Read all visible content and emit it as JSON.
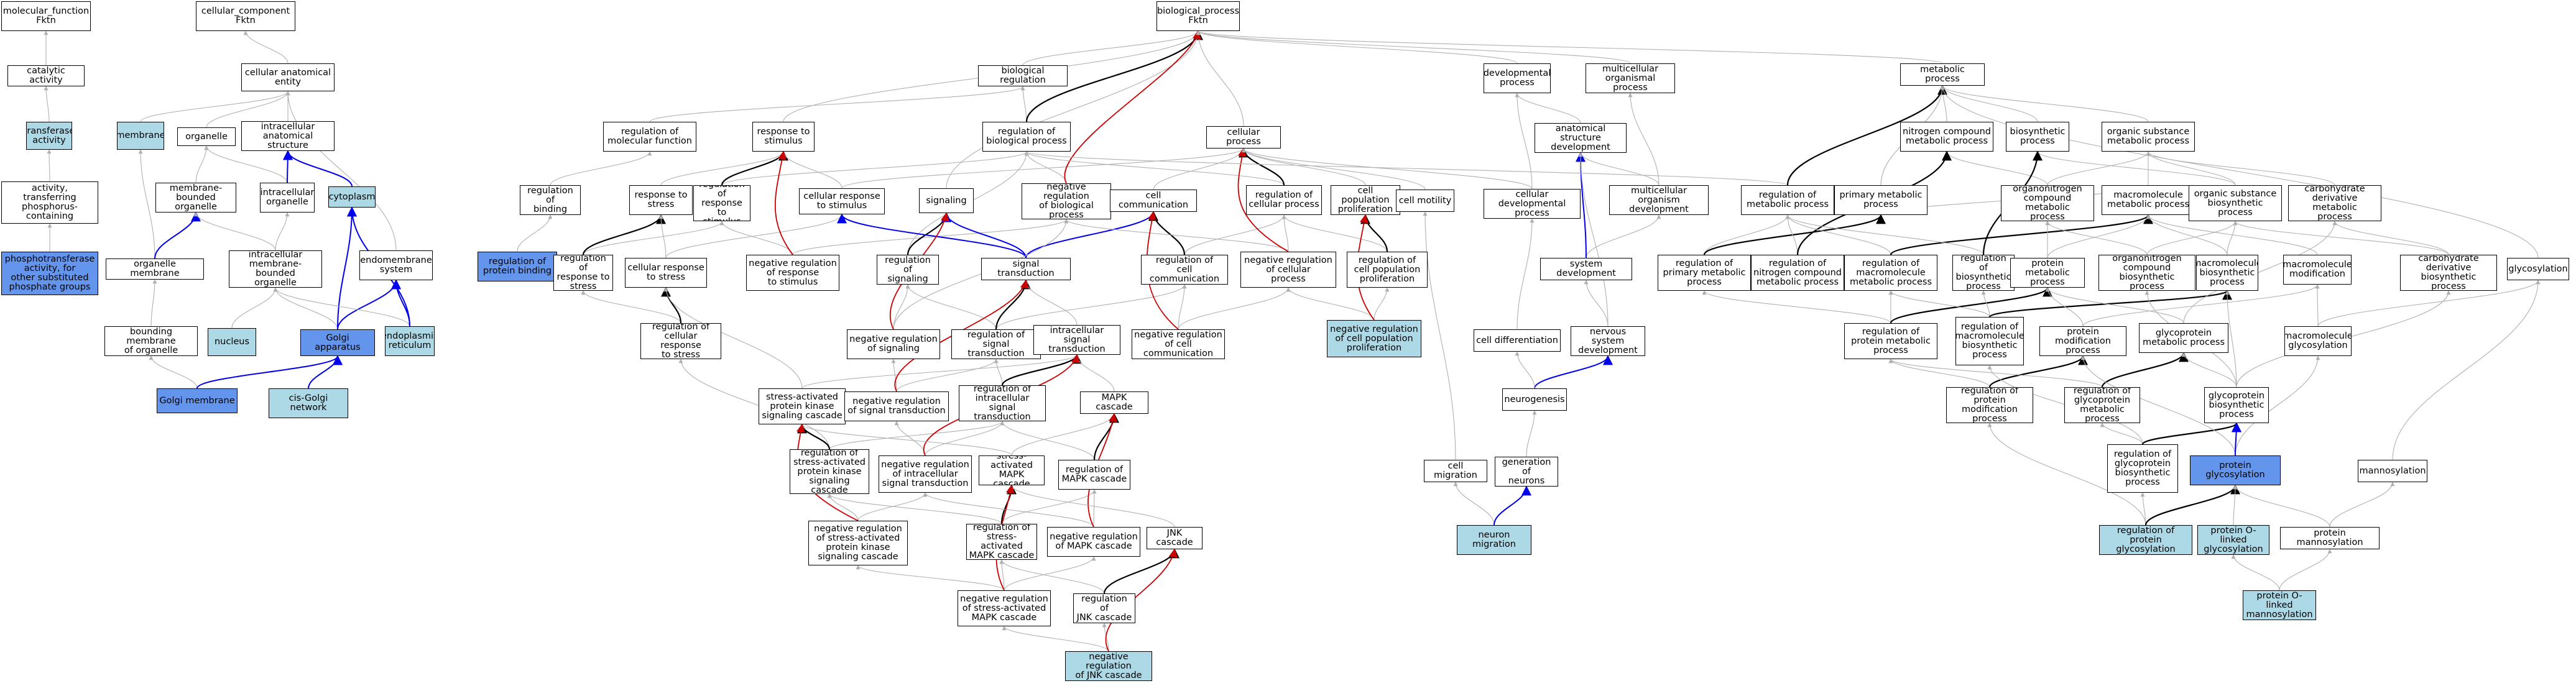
{
  "colors": {
    "white": "#ffffff",
    "light_blue": "#add8e6",
    "medium_blue": "#6495ed",
    "edge_gray": "#b0b0b0",
    "edge_black": "#000000",
    "edge_blue": "#0000ee",
    "edge_red": "#cc0000"
  },
  "nodes": [
    {
      "id": "mf",
      "label": "molecular_function\nFktn",
      "fill": "white"
    },
    {
      "id": "cc",
      "label": "cellular_component\nFktn",
      "fill": "white"
    },
    {
      "id": "bp",
      "label": "biological_process\nFktn",
      "fill": "white"
    },
    {
      "id": "catalytic",
      "label": "catalytic activity",
      "fill": "white"
    },
    {
      "id": "transferase",
      "label": "transferase\nactivity",
      "fill": "light_blue"
    },
    {
      "id": "transfer_p",
      "label": "transferase\nactivity, transferring\nphosphorus-containing\ngroups",
      "fill": "white"
    },
    {
      "id": "phosphotrans",
      "label": "phosphotransferase\nactivity, for\nother substituted\nphosphate groups",
      "fill": "medium_blue"
    },
    {
      "id": "cae",
      "label": "cellular anatomical\nentity",
      "fill": "white"
    },
    {
      "id": "membrane",
      "label": "membrane",
      "fill": "light_blue"
    },
    {
      "id": "organelle",
      "label": "organelle",
      "fill": "white"
    },
    {
      "id": "ias",
      "label": "intracellular\nanatomical structure",
      "fill": "white"
    },
    {
      "id": "mbo",
      "label": "membrane-bounded\norganelle",
      "fill": "white"
    },
    {
      "id": "io",
      "label": "intracellular\norganelle",
      "fill": "white"
    },
    {
      "id": "cytoplasm",
      "label": "cytoplasm",
      "fill": "light_blue"
    },
    {
      "id": "om",
      "label": "organelle membrane",
      "fill": "white"
    },
    {
      "id": "imbo",
      "label": "intracellular\nmembrane-bounded\norganelle",
      "fill": "white"
    },
    {
      "id": "endomem",
      "label": "endomembrane\nsystem",
      "fill": "white"
    },
    {
      "id": "bmo",
      "label": "bounding membrane\nof organelle",
      "fill": "white"
    },
    {
      "id": "nucleus",
      "label": "nucleus",
      "fill": "light_blue"
    },
    {
      "id": "golgi",
      "label": "Golgi apparatus",
      "fill": "medium_blue"
    },
    {
      "id": "er",
      "label": "endoplasmic\nreticulum",
      "fill": "light_blue"
    },
    {
      "id": "golgimem",
      "label": "Golgi membrane",
      "fill": "medium_blue"
    },
    {
      "id": "cisgolgi",
      "label": "cis-Golgi network",
      "fill": "light_blue"
    },
    {
      "id": "rmf",
      "label": "regulation of\nmolecular function",
      "fill": "white"
    },
    {
      "id": "rbinding",
      "label": "regulation of\nbinding",
      "fill": "white"
    },
    {
      "id": "rpb",
      "label": "regulation of\nprotein binding",
      "fill": "medium_blue"
    },
    {
      "id": "bioreg",
      "label": "biological regulation",
      "fill": "white"
    },
    {
      "id": "rts",
      "label": "response to\nstimulus",
      "fill": "white"
    },
    {
      "id": "rbp",
      "label": "regulation of\nbiological process",
      "fill": "white"
    },
    {
      "id": "cellproc",
      "label": "cellular process",
      "fill": "white"
    },
    {
      "id": "rtstress",
      "label": "response to\nstress",
      "fill": "white"
    },
    {
      "id": "rrts",
      "label": "regulation of\nresponse to\nstimulus",
      "fill": "white"
    },
    {
      "id": "crts",
      "label": "cellular response\nto stimulus",
      "fill": "white"
    },
    {
      "id": "signaling",
      "label": "signaling",
      "fill": "white"
    },
    {
      "id": "nrbp",
      "label": "negative regulation\nof biological\nprocess",
      "fill": "white"
    },
    {
      "id": "cellcomm",
      "label": "cell communication",
      "fill": "white"
    },
    {
      "id": "rcp",
      "label": "regulation of\ncellular process",
      "fill": "white"
    },
    {
      "id": "cpp",
      "label": "cell population\nproliferation",
      "fill": "white"
    },
    {
      "id": "cellmot",
      "label": "cell motility",
      "fill": "white"
    },
    {
      "id": "rrtstress",
      "label": "regulation of\nresponse to\nstress",
      "fill": "white"
    },
    {
      "id": "crtstress",
      "label": "cellular response\nto stress",
      "fill": "white"
    },
    {
      "id": "nrrts",
      "label": "negative regulation\nof response\nto stimulus",
      "fill": "white"
    },
    {
      "id": "rsig",
      "label": "regulation of\nsignaling",
      "fill": "white"
    },
    {
      "id": "sigtrans",
      "label": "signal transduction",
      "fill": "white"
    },
    {
      "id": "rcc",
      "label": "regulation of\ncell communication",
      "fill": "white"
    },
    {
      "id": "nrcp",
      "label": "negative regulation\nof cellular\nprocess",
      "fill": "white"
    },
    {
      "id": "rcpp",
      "label": "regulation of\ncell population\nproliferation",
      "fill": "white"
    },
    {
      "id": "rcrs",
      "label": "regulation of\ncellular response\nto stress",
      "fill": "white"
    },
    {
      "id": "nrsig",
      "label": "negative regulation\nof signaling",
      "fill": "white"
    },
    {
      "id": "rst",
      "label": "regulation of\nsignal transduction",
      "fill": "white"
    },
    {
      "id": "ist",
      "label": "intracellular\nsignal transduction",
      "fill": "white"
    },
    {
      "id": "nrcc",
      "label": "negative regulation\nof cell communication",
      "fill": "white"
    },
    {
      "id": "nrcpp",
      "label": "negative regulation\nof cell population\nproliferation",
      "fill": "light_blue"
    },
    {
      "id": "sapk",
      "label": "stress-activated\nprotein kinase\nsignaling cascade",
      "fill": "white"
    },
    {
      "id": "nrst",
      "label": "negative regulation\nof signal transduction",
      "fill": "white"
    },
    {
      "id": "rist",
      "label": "regulation of\nintracellular\nsignal transduction",
      "fill": "white"
    },
    {
      "id": "mapk",
      "label": "MAPK cascade",
      "fill": "white"
    },
    {
      "id": "rsapk",
      "label": "regulation of\nstress-activated\nprotein kinase\nsignaling cascade",
      "fill": "white"
    },
    {
      "id": "nrist",
      "label": "negative regulation\nof intracellular\nsignal transduction",
      "fill": "white"
    },
    {
      "id": "samapk",
      "label": "stress-activated\nMAPK cascade",
      "fill": "white"
    },
    {
      "id": "rmapk",
      "label": "regulation of\nMAPK cascade",
      "fill": "white"
    },
    {
      "id": "nrsapk",
      "label": "negative regulation\nof stress-activated\nprotein kinase\nsignaling cascade",
      "fill": "white"
    },
    {
      "id": "rsamapk",
      "label": "regulation of\nstress-activated\nMAPK cascade",
      "fill": "white"
    },
    {
      "id": "nrmapk",
      "label": "negative regulation\nof MAPK cascade",
      "fill": "white"
    },
    {
      "id": "jnk",
      "label": "JNK cascade",
      "fill": "white"
    },
    {
      "id": "nrsamapk",
      "label": "negative regulation\nof stress-activated\nMAPK cascade",
      "fill": "white"
    },
    {
      "id": "rjnk",
      "label": "regulation of\nJNK cascade",
      "fill": "white"
    },
    {
      "id": "nrjnk",
      "label": "negative regulation\nof JNK cascade",
      "fill": "light_blue"
    },
    {
      "id": "devproc",
      "label": "developmental\nprocess",
      "fill": "white"
    },
    {
      "id": "mop",
      "label": "multicellular\norganismal process",
      "fill": "white"
    },
    {
      "id": "asd",
      "label": "anatomical structure\ndevelopment",
      "fill": "white"
    },
    {
      "id": "cdp",
      "label": "cellular developmental\nprocess",
      "fill": "white"
    },
    {
      "id": "mod",
      "label": "multicellular\norganism development",
      "fill": "white"
    },
    {
      "id": "sysdev",
      "label": "system development",
      "fill": "white"
    },
    {
      "id": "celldiff",
      "label": "cell differentiation",
      "fill": "white"
    },
    {
      "id": "nsd",
      "label": "nervous system\ndevelopment",
      "fill": "white"
    },
    {
      "id": "neurogen",
      "label": "neurogenesis",
      "fill": "white"
    },
    {
      "id": "cellmig",
      "label": "cell migration",
      "fill": "white"
    },
    {
      "id": "genneur",
      "label": "generation of\nneurons",
      "fill": "white"
    },
    {
      "id": "neurmig",
      "label": "neuron migration",
      "fill": "light_blue"
    },
    {
      "id": "metproc",
      "label": "metabolic process",
      "fill": "white"
    },
    {
      "id": "ncmp",
      "label": "nitrogen compound\nmetabolic process",
      "fill": "white"
    },
    {
      "id": "biosyn",
      "label": "biosynthetic\nprocess",
      "fill": "white"
    },
    {
      "id": "osmp",
      "label": "organic substance\nmetabolic process",
      "fill": "white"
    },
    {
      "id": "rmp",
      "label": "regulation of\nmetabolic process",
      "fill": "white"
    },
    {
      "id": "pmp",
      "label": "primary metabolic\nprocess",
      "fill": "white"
    },
    {
      "id": "ocmp",
      "label": "organonitrogen\ncompound metabolic\nprocess",
      "fill": "white"
    },
    {
      "id": "mmp",
      "label": "macromolecule\nmetabolic process",
      "fill": "white"
    },
    {
      "id": "osbp",
      "label": "organic substance\nbiosynthetic\nprocess",
      "fill": "white"
    },
    {
      "id": "cdmp",
      "label": "carbohydrate\nderivative metabolic\nprocess",
      "fill": "white"
    },
    {
      "id": "rpmp",
      "label": "regulation of\nprimary metabolic\nprocess",
      "fill": "white"
    },
    {
      "id": "rncmp",
      "label": "regulation of\nnitrogen compound\nmetabolic process",
      "fill": "white"
    },
    {
      "id": "rmmp",
      "label": "regulation of\nmacromolecule\nmetabolic process",
      "fill": "white"
    },
    {
      "id": "rbiosyn",
      "label": "regulation of\nbiosynthetic\nprocess",
      "fill": "white"
    },
    {
      "id": "protmp",
      "label": "protein metabolic\nprocess",
      "fill": "white"
    },
    {
      "id": "ocbp",
      "label": "organonitrogen\ncompound biosynthetic\nprocess",
      "fill": "white"
    },
    {
      "id": "mbp",
      "label": "macromolecule\nbiosynthetic\nprocess",
      "fill": "white"
    },
    {
      "id": "mmod",
      "label": "macromolecule\nmodification",
      "fill": "white"
    },
    {
      "id": "cdbp",
      "label": "carbohydrate\nderivative biosynthetic\nprocess",
      "fill": "white"
    },
    {
      "id": "glycosylation",
      "label": "glycosylation",
      "fill": "white"
    },
    {
      "id": "rprotmp",
      "label": "regulation of\nprotein metabolic\nprocess",
      "fill": "white"
    },
    {
      "id": "rmbp",
      "label": "regulation of\nmacromolecule\nbiosynthetic\nprocess",
      "fill": "white"
    },
    {
      "id": "protmod",
      "label": "protein modification\nprocess",
      "fill": "white"
    },
    {
      "id": "gpmp",
      "label": "glycoprotein\nmetabolic process",
      "fill": "white"
    },
    {
      "id": "mglyc",
      "label": "macromolecule\nglycosylation",
      "fill": "white"
    },
    {
      "id": "rpmodp",
      "label": "regulation of\nprotein modification\nprocess",
      "fill": "white"
    },
    {
      "id": "rgpmp",
      "label": "regulation of\nglycoprotein\nmetabolic process",
      "fill": "white"
    },
    {
      "id": "gpbp",
      "label": "glycoprotein\nbiosynthetic\nprocess",
      "fill": "white"
    },
    {
      "id": "rgpbp",
      "label": "regulation of\nglycoprotein\nbiosynthetic\nprocess",
      "fill": "white"
    },
    {
      "id": "protglyc",
      "label": "protein glycosylation",
      "fill": "medium_blue"
    },
    {
      "id": "mannosyl",
      "label": "mannosylation",
      "fill": "white"
    },
    {
      "id": "rprotglyc",
      "label": "regulation of\nprotein glycosylation",
      "fill": "light_blue"
    },
    {
      "id": "poglyc",
      "label": "protein O-linked\nglycosylation",
      "fill": "light_blue"
    },
    {
      "id": "protmann",
      "label": "protein mannosylation",
      "fill": "white"
    },
    {
      "id": "pomann",
      "label": "protein O-linked\nmannosylation",
      "fill": "light_blue"
    }
  ]
}
